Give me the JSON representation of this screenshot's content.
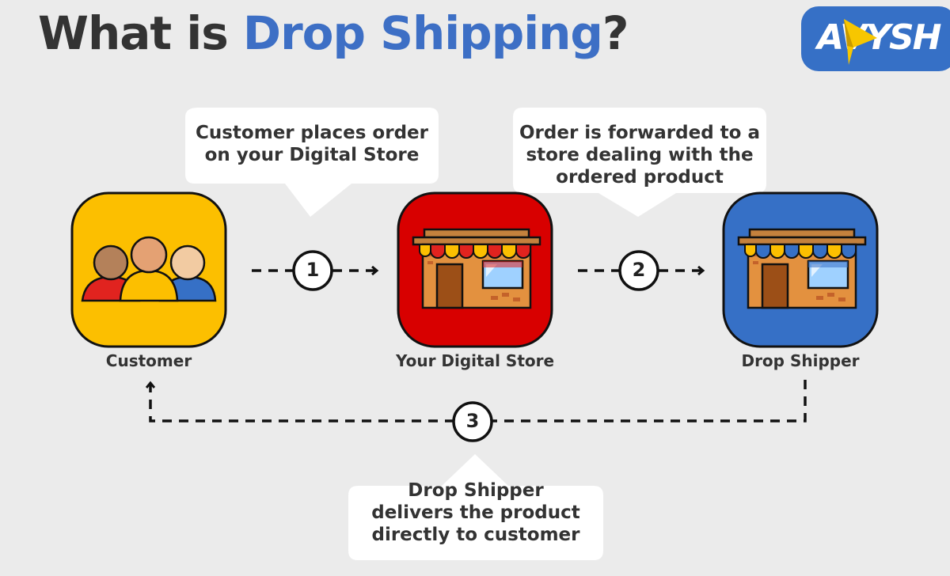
{
  "title": {
    "prefix": "What is ",
    "highlight": "Drop Shipping",
    "suffix": "?"
  },
  "logo": {
    "text": "AVYSH",
    "icon": "paper-plane-icon"
  },
  "colors": {
    "background": "#ebebeb",
    "title_dark": "#333333",
    "title_accent": "#3d6fc5",
    "customer_tile": "#fcbf00",
    "store_tile": "#d80000",
    "shipper_tile": "#3670c6",
    "logo_bg": "#3670c6"
  },
  "nodes": [
    {
      "label": "Customer",
      "icon": "customers-group-icon"
    },
    {
      "label": "Your Digital Store",
      "icon": "storefront-icon"
    },
    {
      "label": "Drop Shipper",
      "icon": "storefront-icon"
    }
  ],
  "steps": [
    {
      "number": "1",
      "description": "Customer places order\non your Digital Store"
    },
    {
      "number": "2",
      "description": "Order is forwarded to a\nstore dealing with the\nordered product"
    },
    {
      "number": "3",
      "description": "Drop Shipper\ndelivers the product\ndirectly to customer"
    }
  ]
}
